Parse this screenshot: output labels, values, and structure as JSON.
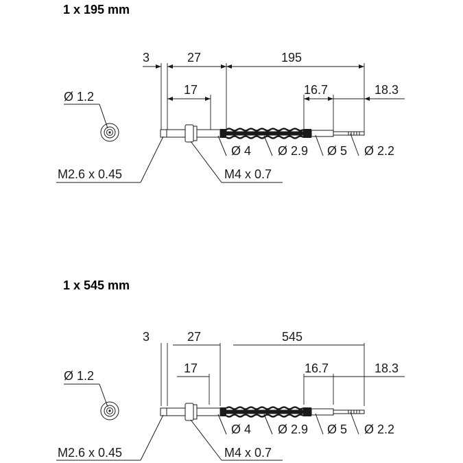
{
  "variants": [
    {
      "title": "1 x 195 mm",
      "dim_top": [
        "3",
        "27",
        "195"
      ],
      "dim_mid": [
        "17",
        "16.7",
        "18.3"
      ],
      "diameter_end": "Ø 1.2",
      "labels": {
        "d4": "Ø 4",
        "d29": "Ø 2.9",
        "d5": "Ø 5",
        "d22": "Ø 2.2",
        "thread_small": "M2.6 x 0.45",
        "thread_large": "M4 x 0.7"
      }
    },
    {
      "title": "1 x 545 mm",
      "dim_top": [
        "3",
        "27",
        "545"
      ],
      "dim_mid": [
        "17",
        "16.7",
        "18.3"
      ],
      "diameter_end": "Ø 1.2",
      "labels": {
        "d4": "Ø 4",
        "d29": "Ø 2.9",
        "d5": "Ø 5",
        "d22": "Ø 2.2",
        "thread_small": "M2.6 x 0.45",
        "thread_large": "M4 x 0.7"
      }
    }
  ]
}
